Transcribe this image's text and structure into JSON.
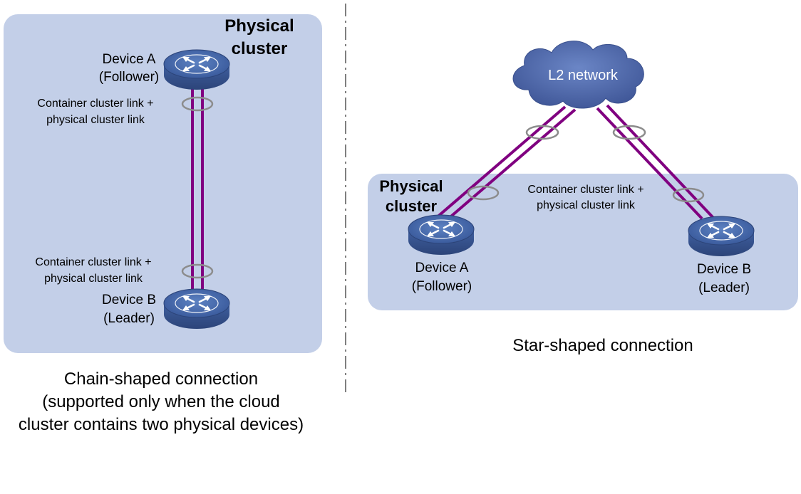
{
  "colors": {
    "cluster_fill": "#c3cfe8",
    "link_color": "#800080",
    "ring_color": "#8c8c8c",
    "device_body": "#4a6eb0",
    "cloud_fill": "#4f68a8"
  },
  "left": {
    "cluster_title_line1": "Physical",
    "cluster_title_line2": "cluster",
    "device_a": {
      "name": "Device A",
      "role": "(Follower)"
    },
    "device_b": {
      "name": "Device B",
      "role": "(Leader)"
    },
    "link_label_top": {
      "line1": "Container cluster link +",
      "line2": "physical cluster link"
    },
    "link_label_bottom": {
      "line1": "Container cluster link +",
      "line2": "physical cluster link"
    },
    "caption": {
      "line1": "Chain-shaped connection",
      "line2": "(supported only when the cloud",
      "line3": "cluster contains two physical devices)"
    }
  },
  "right": {
    "cloud_label": "L2 network",
    "cluster_title_line1": "Physical",
    "cluster_title_line2": "cluster",
    "device_a": {
      "name": "Device A",
      "role": "(Follower)"
    },
    "device_b": {
      "name": "Device B",
      "role": "(Leader)"
    },
    "link_label": {
      "line1": "Container cluster link +",
      "line2": "physical cluster link"
    },
    "caption": "Star-shaped connection"
  },
  "icons": {
    "switch": "switch-icon",
    "cloud": "cloud-icon"
  }
}
